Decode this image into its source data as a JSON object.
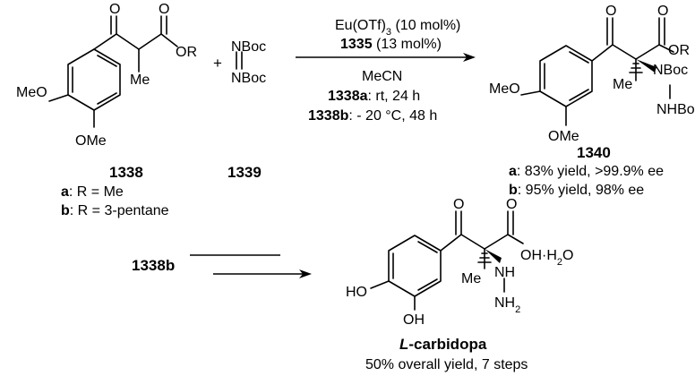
{
  "sm1": {
    "label": "1338",
    "atoms": {
      "o_ketone": "O",
      "o_ester": "O",
      "or_group": "OR",
      "me": "Me",
      "ome_top": "MeO",
      "ome_bot": "OMe"
    },
    "variant_a_key": "a",
    "variant_a_text": ": R = Me",
    "variant_b_key": "b",
    "variant_b_text": ": R = 3-pentane"
  },
  "plus": "+",
  "sm2": {
    "label": "1339",
    "nboc_top": "NBoc",
    "nboc_bot": "NBoc"
  },
  "conditions": {
    "catalyst_main": "Eu(OTf)",
    "catalyst_sub": "3",
    "catalyst_tail": " (10 mol%)",
    "ligand_num": "1335",
    "ligand_tail": " (13 mol%)",
    "solvent": "MeCN",
    "cond_a_num": "1338a",
    "cond_a_text": ": rt, 24 h",
    "cond_b_num": "1338b",
    "cond_b_text": ": - 20 °C, 48 h"
  },
  "product": {
    "label": "1340",
    "atoms": {
      "o_ketone": "O",
      "o_ester": "O",
      "or_group": "OR",
      "me": "Me",
      "nboc": "NBoc",
      "nhboc": "NHBoc",
      "meo": "MeO",
      "ome": "OMe"
    },
    "result_a_key": "a",
    "result_a_text": ": 83% yield, >99.9% ee",
    "result_b_key": "b",
    "result_b_text": ": 95% yield, 98% ee"
  },
  "step2": {
    "start_label": "1338b",
    "atoms": {
      "o_ketone": "O",
      "o_acid": "O",
      "oh_hydrate": "OH·H",
      "h2o_sub": "2",
      "h2o_o": "O",
      "me": "Me",
      "nh_top": "NH",
      "nh2": "NH",
      "nh2_sub": "2",
      "ho_top": "HO",
      "oh_bot": "OH"
    },
    "product_name_italic": "L",
    "product_name_rest": "-carbidopa",
    "yield_text": "50% overall yield, 7 steps"
  }
}
